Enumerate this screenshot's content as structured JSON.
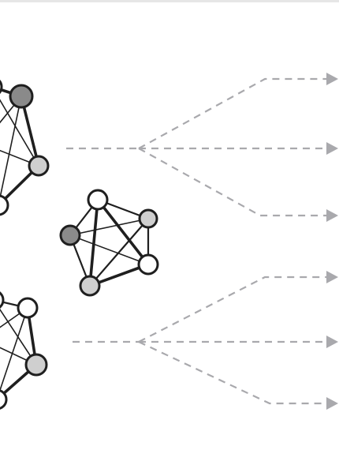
{
  "colors": {
    "background": "#ffffff",
    "edge": "#1f1f1f",
    "node_stroke": "#1f1f1f",
    "node_white": "#ffffff",
    "node_light": "#cfcfcf",
    "node_dark": "#8a8a8a",
    "dashed": "#a9a9ad",
    "arrowhead": "#a9a9ad",
    "top_border": "#e6e6e6"
  },
  "graphs": [
    {
      "id": "graph-top-left",
      "nodes": [
        {
          "id": "a",
          "fill": "dark"
        },
        {
          "id": "b",
          "fill": "light"
        },
        {
          "id": "c",
          "fill": "white"
        },
        {
          "id": "d",
          "fill": "white"
        },
        {
          "id": "e",
          "fill": "white"
        }
      ]
    },
    {
      "id": "graph-middle",
      "nodes": [
        {
          "id": "t",
          "fill": "white"
        },
        {
          "id": "r",
          "fill": "light"
        },
        {
          "id": "l",
          "fill": "dark"
        },
        {
          "id": "br",
          "fill": "white"
        },
        {
          "id": "bl",
          "fill": "light"
        }
      ]
    },
    {
      "id": "graph-bottom-left",
      "nodes": [
        {
          "id": "a",
          "fill": "white"
        },
        {
          "id": "b",
          "fill": "light"
        },
        {
          "id": "c",
          "fill": "white"
        },
        {
          "id": "d",
          "fill": "white"
        },
        {
          "id": "e",
          "fill": "white"
        }
      ]
    }
  ],
  "branches": [
    {
      "id": "top-branch",
      "targets": [
        "up",
        "straight",
        "down"
      ]
    },
    {
      "id": "bottom-branch",
      "targets": [
        "up",
        "straight",
        "down"
      ]
    }
  ]
}
